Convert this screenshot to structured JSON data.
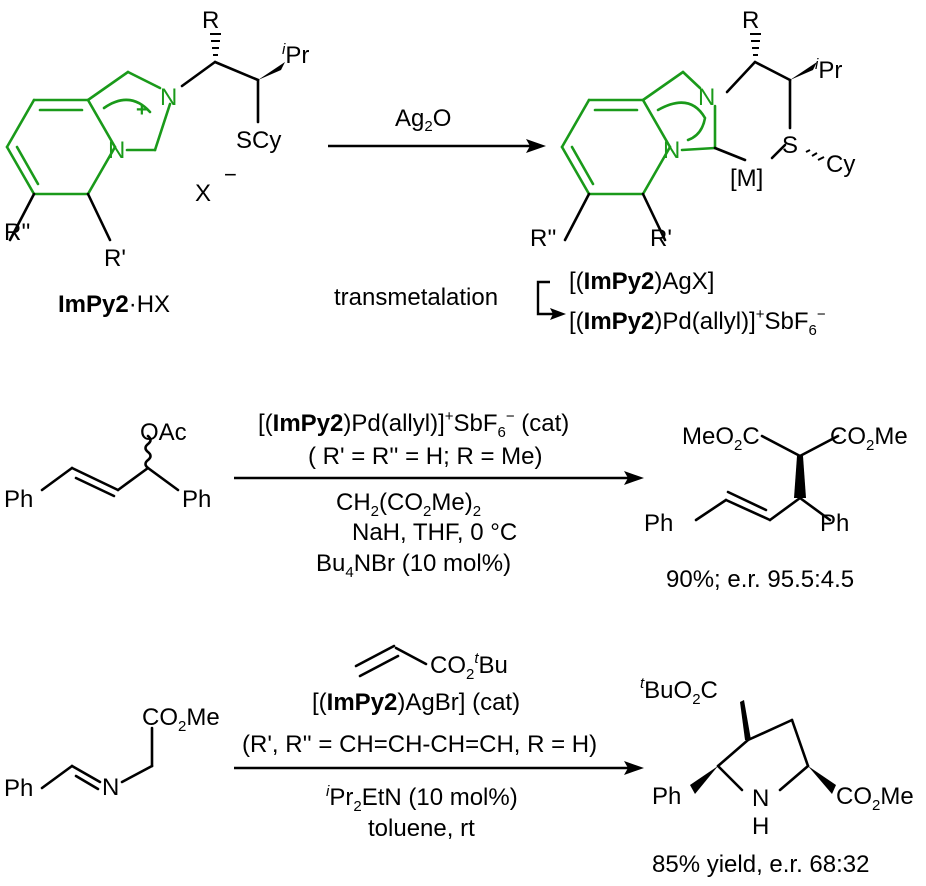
{
  "colors": {
    "ring_green": "#1a9a1a",
    "ink": "#000000",
    "background": "#ffffff"
  },
  "top": {
    "salt": {
      "label_bold": "ImPy2",
      "label_rest": "·HX",
      "R": "R",
      "iPr_sup": "i",
      "iPr": "Pr",
      "SCy": "SCy",
      "plus": "+",
      "N1": "N",
      "N2": "N",
      "X": "X",
      "minus": "−",
      "R1": "R'",
      "R2": "R''"
    },
    "reagent": {
      "text": "Ag",
      "sub": "2",
      "tail": "O"
    },
    "complex": {
      "R": "R",
      "iPr_sup": "i",
      "iPr": "Pr",
      "N1": "N",
      "N2": "N",
      "S": "S",
      "Cy": "Cy",
      "M": "[M]",
      "R1": "R'",
      "R2": "R''"
    },
    "transmetalation": {
      "label": "transmetalation",
      "ag_complex": {
        "open": "[(",
        "bold": "ImPy2",
        "close": ")AgX]"
      },
      "pd_complex": {
        "open": "[(",
        "bold": "ImPy2",
        "close": ")Pd(allyl)]",
        "sup": "+",
        "anion": "SbF",
        "sub": "6",
        "anion_sup": "−"
      }
    }
  },
  "rxn1": {
    "substrate": {
      "OAc": "OAc",
      "Ph_left": "Ph",
      "Ph_right": "Ph"
    },
    "catalyst": {
      "open": "[(",
      "bold": "ImPy2",
      "close": ")Pd(allyl)]",
      "sup": "+",
      "anion": "SbF",
      "sub": "6",
      "anion_sup": "−",
      "tail": " (cat)"
    },
    "subst_note": "( R' = R'' = H; R = Me)",
    "conditions": {
      "line1_a": "CH",
      "line1_s1": "2",
      "line1_b": "(CO",
      "line1_s2": "2",
      "line1_c": "Me)",
      "line1_s3": "2",
      "line2": "NaH, THF, 0 °C",
      "line3_a": "Bu",
      "line3_s": "4",
      "line3_b": "NBr (10 mol%)"
    },
    "product": {
      "left_a": "MeO",
      "left_s": "2",
      "left_b": "C",
      "right_a": "CO",
      "right_s": "2",
      "right_b": "Me",
      "Ph_left": "Ph",
      "Ph_right": "Ph"
    },
    "result": "90%; e.r. 95.5:4.5"
  },
  "rxn2": {
    "acrylate": {
      "a": "CO",
      "s": "2",
      "sup": "t",
      "b": "Bu"
    },
    "catalyst": {
      "open": "[(",
      "bold": "ImPy2",
      "close": ")AgBr] (cat)"
    },
    "subst_note": "(R', R'' = CH=CH-CH=CH, R = H)",
    "base": {
      "sup": "i",
      "a": "Pr",
      "s": "2",
      "b": "EtN (10 mol%)"
    },
    "solvent": "toluene, rt",
    "substrate": {
      "CO2Me_a": "CO",
      "CO2Me_s": "2",
      "CO2Me_b": "Me",
      "Ph": "Ph",
      "N": "N"
    },
    "product": {
      "ester_sup": "t",
      "ester_a": "BuO",
      "ester_s": "2",
      "ester_b": "C",
      "Ph": "Ph",
      "N": "N",
      "H": "H",
      "right_a": "CO",
      "right_s": "2",
      "right_b": "Me"
    },
    "result": "85% yield, e.r. 68:32"
  }
}
